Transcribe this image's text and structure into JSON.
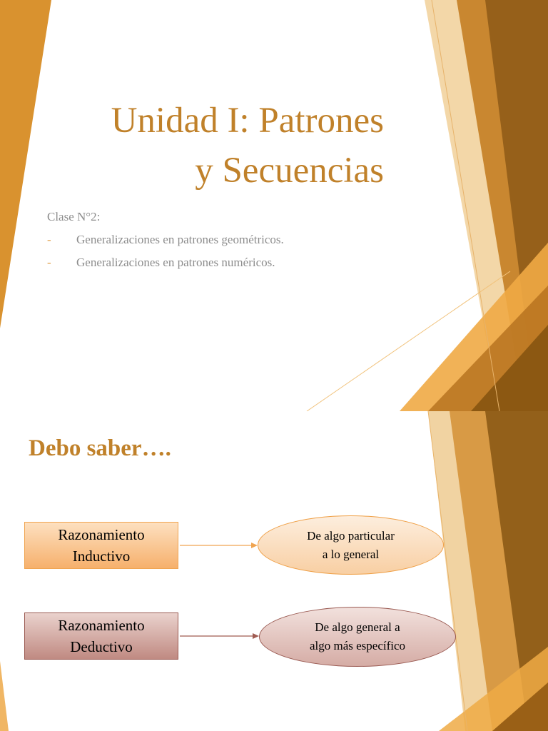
{
  "slide1": {
    "title_line1": "Unidad I: Patrones",
    "title_line2": "y Secuencias",
    "intro": "Clase N°2:",
    "bullet_symbol": "-",
    "bullets": [
      "Generalizaciones en patrones geométricos.",
      "Generalizaciones en patrones numéricos."
    ]
  },
  "slide2": {
    "heading": "Debo saber….",
    "inductive": {
      "box_line1": "Razonamiento",
      "box_line2": "Inductivo",
      "oval_line1": "De algo particular",
      "oval_line2": "a lo general"
    },
    "deductive": {
      "box_line1": "Razonamiento",
      "box_line2": "Deductivo",
      "oval_line1": "De algo general a",
      "oval_line2": "algo más específico"
    }
  },
  "colors": {
    "title": "#c0812a",
    "accent_orange": "#f0a450",
    "accent_brown": "#8b5a16",
    "deductive": "#c08a82"
  }
}
